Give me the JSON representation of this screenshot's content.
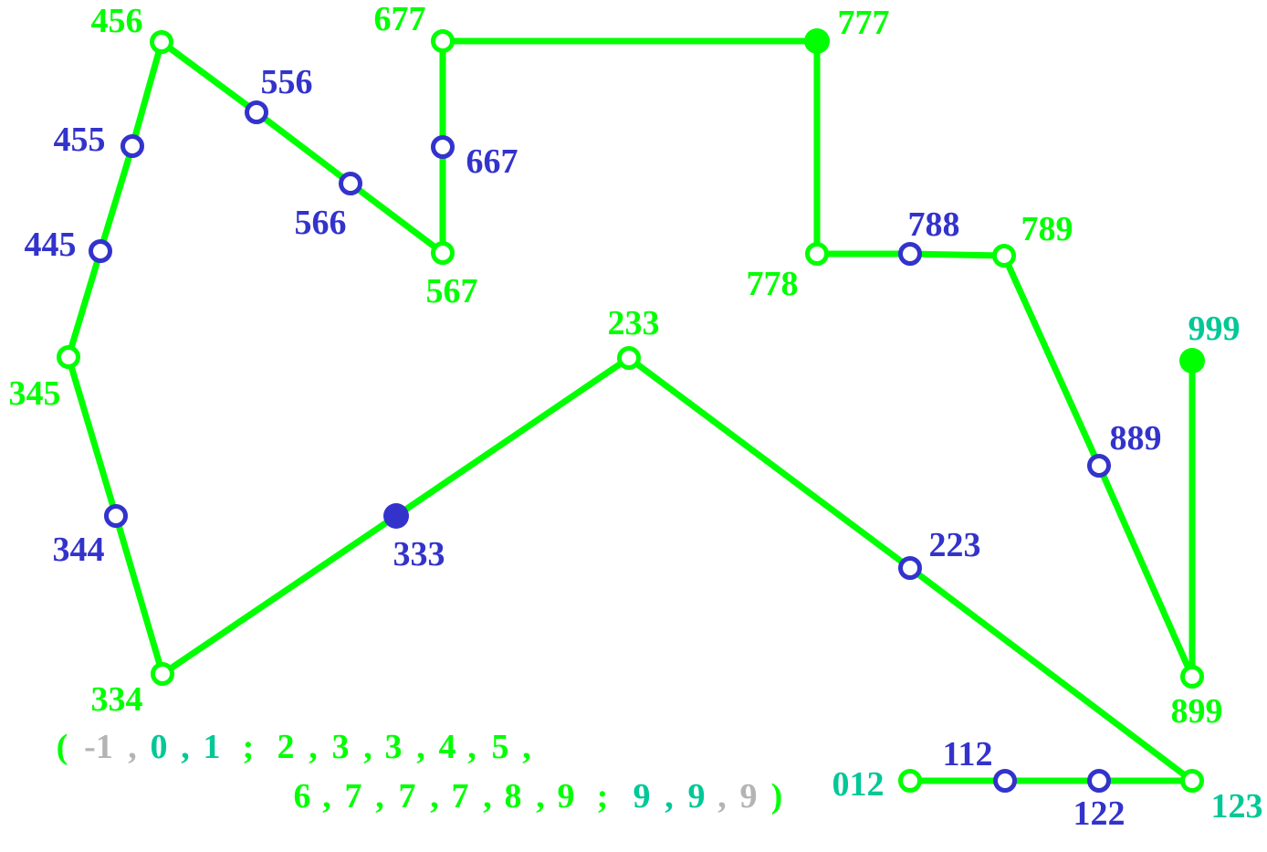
{
  "colors": {
    "green": "#00ff00",
    "teal": "#00c896",
    "blue": "#3333cc",
    "gray": "#b4b4b4",
    "background": "#ffffff"
  },
  "nodes": {
    "n456": {
      "label": "456",
      "color": "green",
      "style": "hollow"
    },
    "n455": {
      "label": "455",
      "color": "blue",
      "style": "hollow"
    },
    "n445": {
      "label": "445",
      "color": "blue",
      "style": "hollow"
    },
    "n345": {
      "label": "345",
      "color": "green",
      "style": "hollow"
    },
    "n344": {
      "label": "344",
      "color": "blue",
      "style": "hollow"
    },
    "n334": {
      "label": "334",
      "color": "green",
      "style": "hollow"
    },
    "n333": {
      "label": "333",
      "color": "blue",
      "style": "filled"
    },
    "n233": {
      "label": "233",
      "color": "green",
      "style": "hollow"
    },
    "n223": {
      "label": "223",
      "color": "blue",
      "style": "hollow"
    },
    "n123": {
      "label": "123",
      "color": "teal",
      "style": "hollow"
    },
    "n122": {
      "label": "122",
      "color": "blue",
      "style": "hollow"
    },
    "n112": {
      "label": "112",
      "color": "blue",
      "style": "hollow"
    },
    "n012": {
      "label": "012",
      "color": "teal",
      "style": "hollow"
    },
    "n556": {
      "label": "556",
      "color": "blue",
      "style": "hollow"
    },
    "n566": {
      "label": "566",
      "color": "blue",
      "style": "hollow"
    },
    "n567": {
      "label": "567",
      "color": "green",
      "style": "hollow"
    },
    "n667": {
      "label": "667",
      "color": "blue",
      "style": "hollow"
    },
    "n677": {
      "label": "677",
      "color": "green",
      "style": "hollow"
    },
    "n777": {
      "label": "777",
      "color": "green",
      "style": "filled"
    },
    "n778": {
      "label": "778",
      "color": "green",
      "style": "hollow"
    },
    "n788": {
      "label": "788",
      "color": "blue",
      "style": "hollow"
    },
    "n789": {
      "label": "789",
      "color": "green",
      "style": "hollow"
    },
    "n889": {
      "label": "889",
      "color": "blue",
      "style": "hollow"
    },
    "n899": {
      "label": "899",
      "color": "green",
      "style": "hollow"
    },
    "n999": {
      "label": "999",
      "color": "teal",
      "style": "filled"
    }
  },
  "path": [
    "n012",
    "n112",
    "n122",
    "n123",
    "n223",
    "n233",
    "n333",
    "n334",
    "n344",
    "n345",
    "n445",
    "n455",
    "n456",
    "n556",
    "n566",
    "n567",
    "n667",
    "n677",
    "n777",
    "n778",
    "n788",
    "n789",
    "n889",
    "n899",
    "n999"
  ],
  "sequence": {
    "open_paren": "(",
    "line1": [
      {
        "t": "-1",
        "c": "gray"
      },
      {
        "t": ",",
        "c": "gray"
      },
      {
        "t": "0",
        "c": "teal"
      },
      {
        "t": ",",
        "c": "teal"
      },
      {
        "t": "1",
        "c": "teal"
      },
      {
        "t": ";",
        "c": "green"
      },
      {
        "t": "2",
        "c": "green"
      },
      {
        "t": ",",
        "c": "green"
      },
      {
        "t": "3",
        "c": "green"
      },
      {
        "t": ",",
        "c": "green"
      },
      {
        "t": "3",
        "c": "green"
      },
      {
        "t": ",",
        "c": "green"
      },
      {
        "t": "4",
        "c": "green"
      },
      {
        "t": ",",
        "c": "green"
      },
      {
        "t": "5",
        "c": "green"
      },
      {
        "t": ",",
        "c": "green"
      }
    ],
    "line2": [
      {
        "t": "6",
        "c": "green"
      },
      {
        "t": ",",
        "c": "green"
      },
      {
        "t": "7",
        "c": "green"
      },
      {
        "t": ",",
        "c": "green"
      },
      {
        "t": "7",
        "c": "green"
      },
      {
        "t": ",",
        "c": "green"
      },
      {
        "t": "7",
        "c": "green"
      },
      {
        "t": ",",
        "c": "green"
      },
      {
        "t": "8",
        "c": "green"
      },
      {
        "t": ",",
        "c": "green"
      },
      {
        "t": "9",
        "c": "green"
      },
      {
        "t": ";",
        "c": "green"
      },
      {
        "t": "9",
        "c": "teal"
      },
      {
        "t": ",",
        "c": "teal"
      },
      {
        "t": "9",
        "c": "teal"
      },
      {
        "t": ",",
        "c": "gray"
      },
      {
        "t": "9",
        "c": "gray"
      }
    ],
    "close_paren": ")"
  }
}
